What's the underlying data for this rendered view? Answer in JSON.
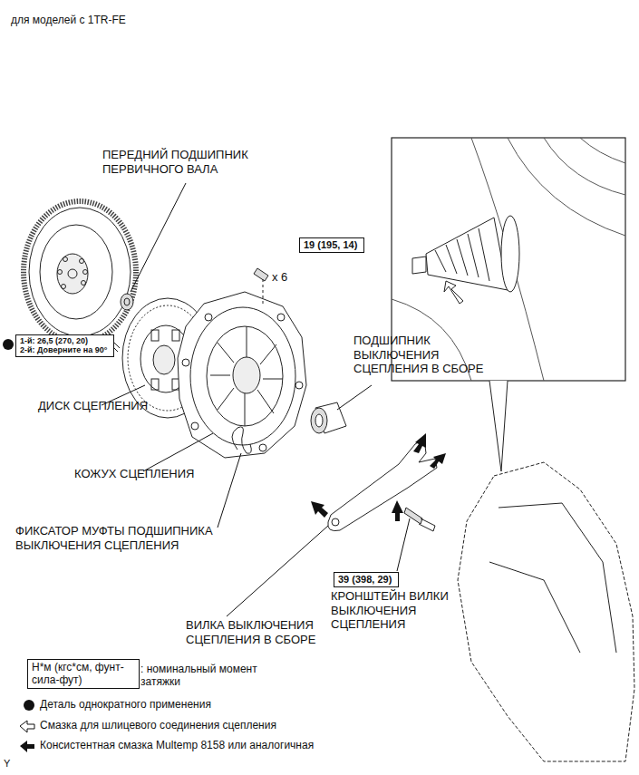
{
  "diagram": {
    "nodes": [
      {
        "text": [
          "19 (195, 14)"
        ]
      },
      {
        "text": [
          "1-й: 26,5 (270, 20)",
          "2-й: Доверните на 90°"
        ]
      },
      {
        "text": [
          "39 (398, 29)"
        ]
      },
      {
        "text": [
          "Н*м (кгс*см, фунт-сила-фут)"
        ]
      }
    ],
    "labels": [
      "для моделей с 1TR-FE",
      "ПЕРЕДНИЙ ПОДШИПНИК ПЕРВИЧНОГО ВАЛА",
      "x 6",
      "ПОДШИПНИК ВЫКЛЮЧЕНИЯ СЦЕПЛЕНИЯ В СБОРЕ",
      "ДИСК СЦЕПЛЕНИЯ",
      "КОЖУХ СЦЕПЛЕНИЯ",
      "ФИКСАТОР МУФТЫ ПОДШИПНИКА ВЫКЛЮЧЕНИЯ СЦЕПЛЕНИЯ",
      "КРОНШТЕЙН ВИЛКИ ВЫКЛЮЧЕНИЯ СЦЕПЛЕНИЯ",
      "ВИЛКА ВЫКЛЮЧЕНИЯ СЦЕПЛЕНИЯ В СБОРЕ",
      "Y"
    ],
    "legend": [
      {
        "text": ": номинальный момент затяжки"
      },
      {
        "text": "Деталь однократного применения"
      },
      {
        "text": "Смазка для шлицевого соединения сцепления"
      },
      {
        "text": "Консистентная смазка Multemp 8158 или аналогичная"
      }
    ]
  }
}
